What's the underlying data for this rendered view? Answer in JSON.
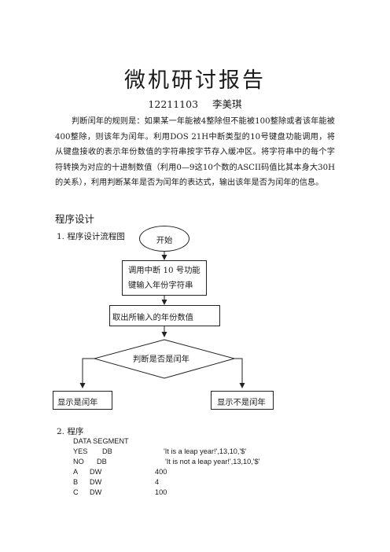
{
  "doc": {
    "title": "微机研讨报告",
    "student_id": "12211103",
    "author": "李美琪",
    "intro": "判断闰年的规则是：如果某一年能被4整除但不能被100整除或者该年能被400整除，则该年为闰年。利用DOS 21H中断类型的10号键盘功能调用，将从键盘接收的表示年份数值的字符串按字节存入缓冲区。将字符串中的每个字符转换为对应的十进制数值（利用0—9这10个数的ASCII码值比其本身大30H的关系），利用判断某年是否为闰年的表达式，输出该年是否为闰年的信息。",
    "section_title": "程序设计",
    "sub1": "1.   程序设计流程图",
    "sub2": "2.   程序"
  },
  "flowchart": {
    "start": "开始",
    "step1_line1": "调用中断  10  号功能",
    "step1_line2": "键输入年份字符串",
    "step2": "取出所输入的年份数值",
    "decision": "判断是否是闰年",
    "yes": "显示是闰年",
    "no": "显示不是闰年"
  },
  "code": {
    "line0": "DATA    SEGMENT",
    "rows": [
      [
        "YES",
        "DB",
        "'It is a leap year!',13,10,'$'"
      ],
      [
        "NO",
        "DB",
        "'It is not a leap year!',13,10,'$'"
      ],
      [
        "A",
        "DW",
        "400"
      ],
      [
        "B",
        "DW",
        "4"
      ],
      [
        "C",
        "DW",
        "100"
      ]
    ]
  }
}
